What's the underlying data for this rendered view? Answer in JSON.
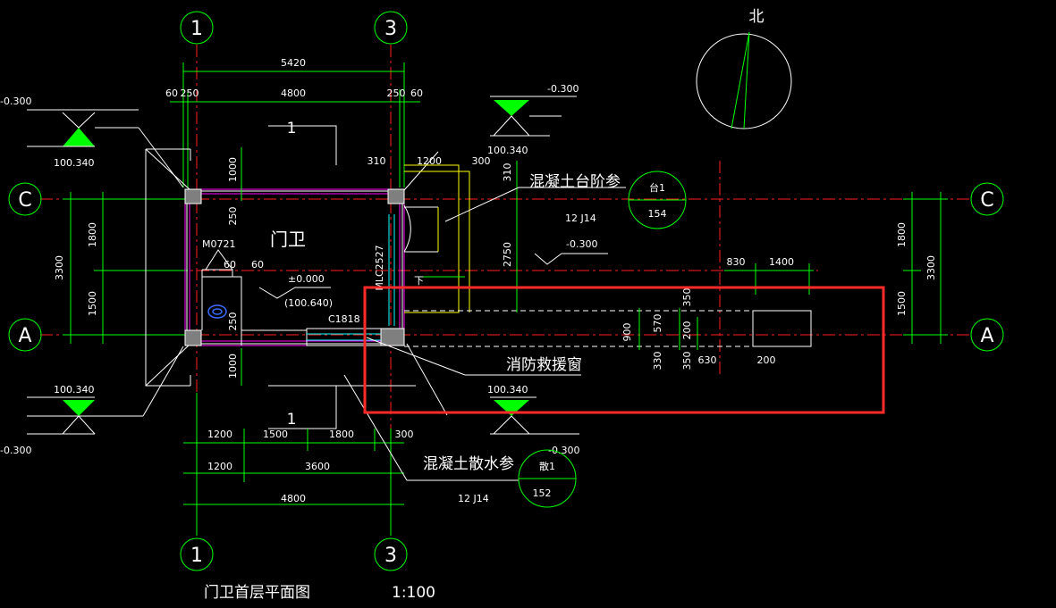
{
  "drawing": {
    "title": "门卫首层平面图",
    "scale": "1:100",
    "north_label": "北",
    "room_name": "门卫",
    "axes": {
      "top_left": "1",
      "top_right": "3",
      "bottom_left": "1",
      "bottom_right": "3",
      "left_top": "C",
      "left_bottom": "A",
      "right_top": "C",
      "right_bottom": "A"
    },
    "dims": {
      "top_total": "5420",
      "top_60_left": "60",
      "top_250_left": "250",
      "top_4800": "4800",
      "top_250_right": "250",
      "top_60_right": "60",
      "v_1000_top": "1000",
      "v_250_a": "250",
      "v_310_a": "310",
      "v_1200_a": "1200",
      "v_300_a": "300",
      "v_310_b": "310",
      "v_1800_left": "1800",
      "v_3300_left": "3300",
      "v_1500_left": "1500",
      "v_1800_right": "1800",
      "v_3300_right": "3300",
      "v_1500_right": "1500",
      "v_2750": "2750",
      "d_830": "830",
      "d_1400": "1400",
      "d_350a": "350",
      "d_570": "570",
      "d_200a": "200",
      "d_900": "900",
      "d_330": "330",
      "d_350b": "350",
      "d_630": "630",
      "d_200b": "200",
      "d_60_a": "60",
      "d_60_b": "60",
      "v_250_b": "250",
      "v_1000_bottom": "1000",
      "b_1200a": "1200",
      "b_1500": "1500",
      "b_1800": "1800",
      "b_300": "300",
      "b_1200b": "1200",
      "b_3600": "3600",
      "b_4800": "4800"
    },
    "elevations": {
      "tl_neg": "-0.300",
      "tl_pos": "100.340",
      "tc_neg": "-0.300",
      "tc_pos": "100.340",
      "bl_pos": "100.340",
      "bl_neg": "-0.300",
      "bc_pos": "100.340",
      "bc_neg": "-0.300",
      "mid_neg": "-0.300",
      "floor": "±0.000",
      "floor_abs": "(100.640)"
    },
    "labels": {
      "door": "M0721",
      "window_c": "C1818",
      "window_mlc": "MLC2527",
      "down": "下",
      "sec_top": "1",
      "sec_bottom": "1",
      "steps": "混凝土台阶参",
      "steps_ref": "12 J14",
      "steps_tag_top": "台1",
      "steps_tag_bottom": "154",
      "apron": "混凝土散水参",
      "apron_ref": "12 J14",
      "apron_tag_top": "散1",
      "apron_tag_bottom": "152",
      "rescue_window": "消防救援窗"
    }
  }
}
